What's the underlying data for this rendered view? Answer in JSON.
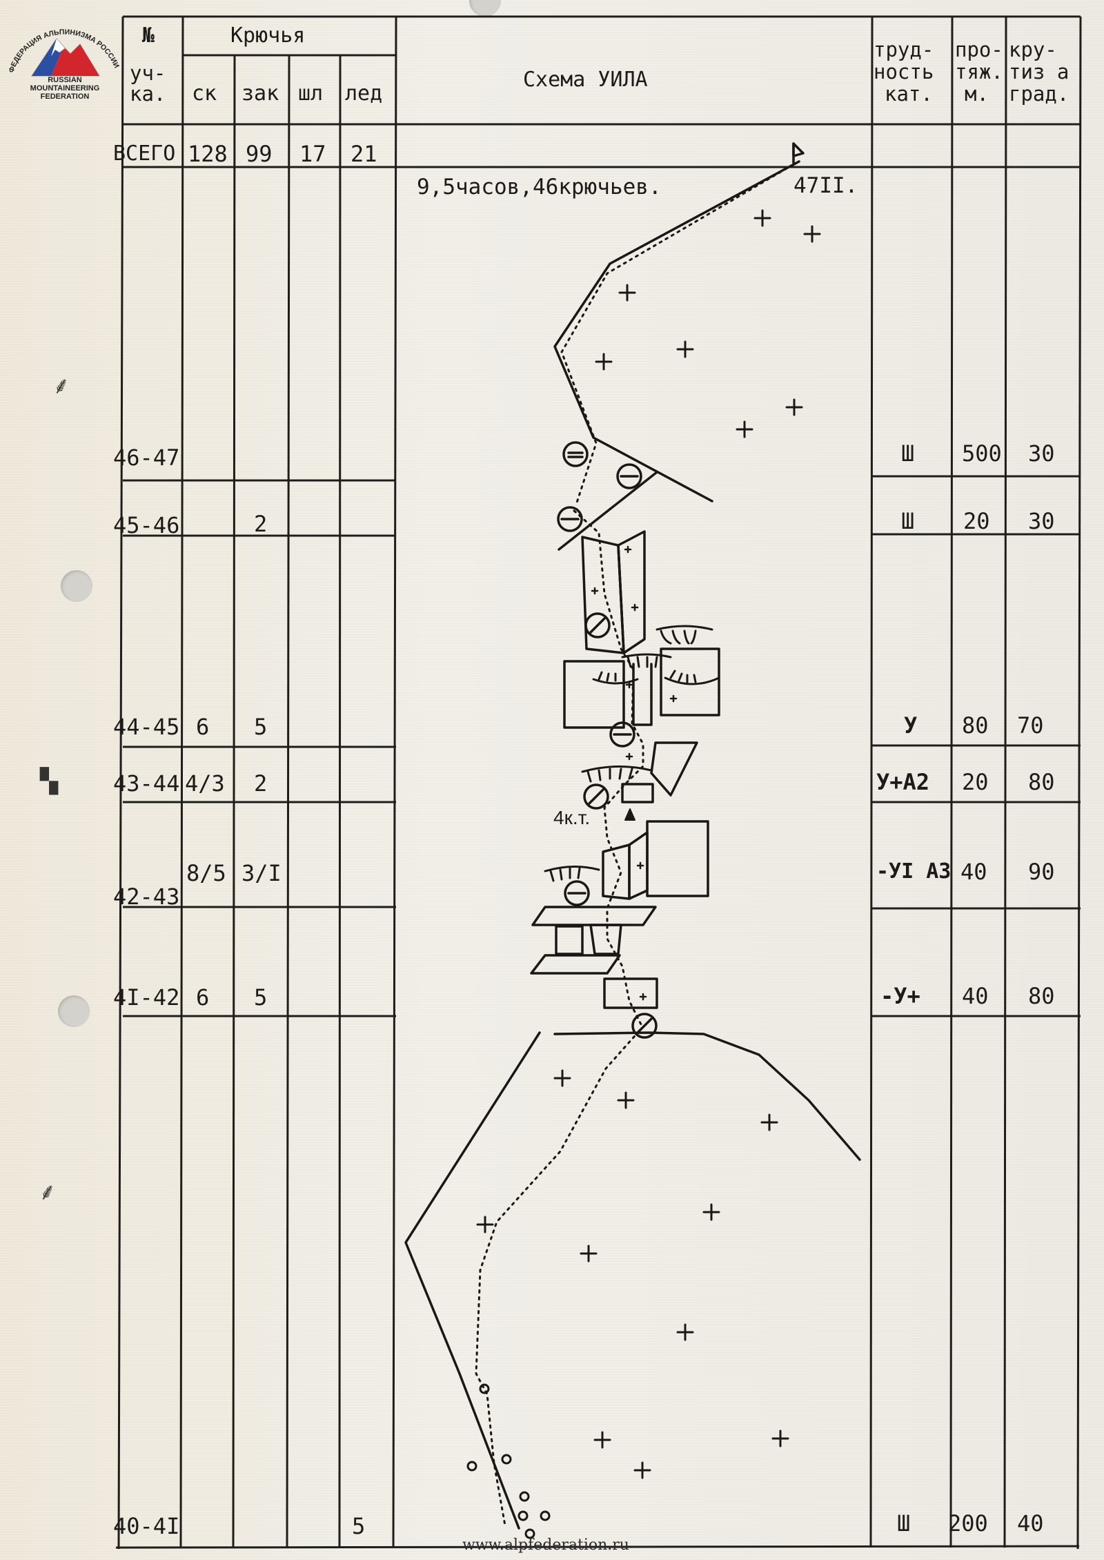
{
  "logo": {
    "arc_text": "ФЕДЕРАЦИЯ АЛЬПИНИЗМА РОССИИ",
    "line1": "RUSSIAN",
    "line2": "MOUNTAINEERING",
    "line3": "FEDERATION"
  },
  "header": {
    "num_label_1": "№",
    "num_label_2": "уч-",
    "num_label_3": "ка.",
    "hooks_title": "Крючья",
    "col_sk": "ск",
    "col_zak": "зак",
    "col_shl": "шл",
    "col_led": "лед",
    "schema_title": "Схема УИЛА",
    "difficulty_1": "труд-",
    "difficulty_2": "ность",
    "difficulty_3": "кат.",
    "length_1": "про-",
    "length_2": "тяж.",
    "length_3": "м.",
    "steep_1": "кру-",
    "steep_2": "тиз а",
    "steep_3": "град."
  },
  "totals": {
    "label": "ВСЕГО",
    "sk": "128",
    "zak": "99",
    "shl": "17",
    "led": "21"
  },
  "schema": {
    "note": "9,5часов,46крючьев.",
    "summit_altitude": "47II.",
    "belay_label": "4к.т."
  },
  "rows": [
    {
      "id": "46-47",
      "sk": "",
      "zak": "",
      "shl": "",
      "led": "",
      "cat": "Ш",
      "len": "500",
      "steep": "30"
    },
    {
      "id": "45-46",
      "sk": "",
      "zak": "2",
      "shl": "",
      "led": "",
      "cat": "Ш",
      "len": "20",
      "steep": "30"
    },
    {
      "id": "44-45",
      "sk": "6",
      "zak": "5",
      "shl": "",
      "led": "",
      "cat": "У",
      "len": "80",
      "steep": "70"
    },
    {
      "id": "43-44",
      "sk": "4/3",
      "zak": "2",
      "shl": "",
      "led": "",
      "cat": "У+А2",
      "len": "20",
      "steep": "80"
    },
    {
      "id": "42-43",
      "sk": "8/5",
      "zak": "3/I",
      "shl": "",
      "led": "",
      "cat": "-УI А3",
      "len": "40",
      "steep": "90"
    },
    {
      "id": "4I-42",
      "sk": "6",
      "zak": "5",
      "shl": "",
      "led": "",
      "cat": "-У+",
      "len": "40",
      "steep": "80"
    },
    {
      "id": "40-4I",
      "sk": "",
      "zak": "",
      "shl": "",
      "led": "5",
      "cat": "Ш",
      "len": "200",
      "steep": "40"
    }
  ],
  "footer": {
    "url": "www.alpfederation.ru"
  }
}
